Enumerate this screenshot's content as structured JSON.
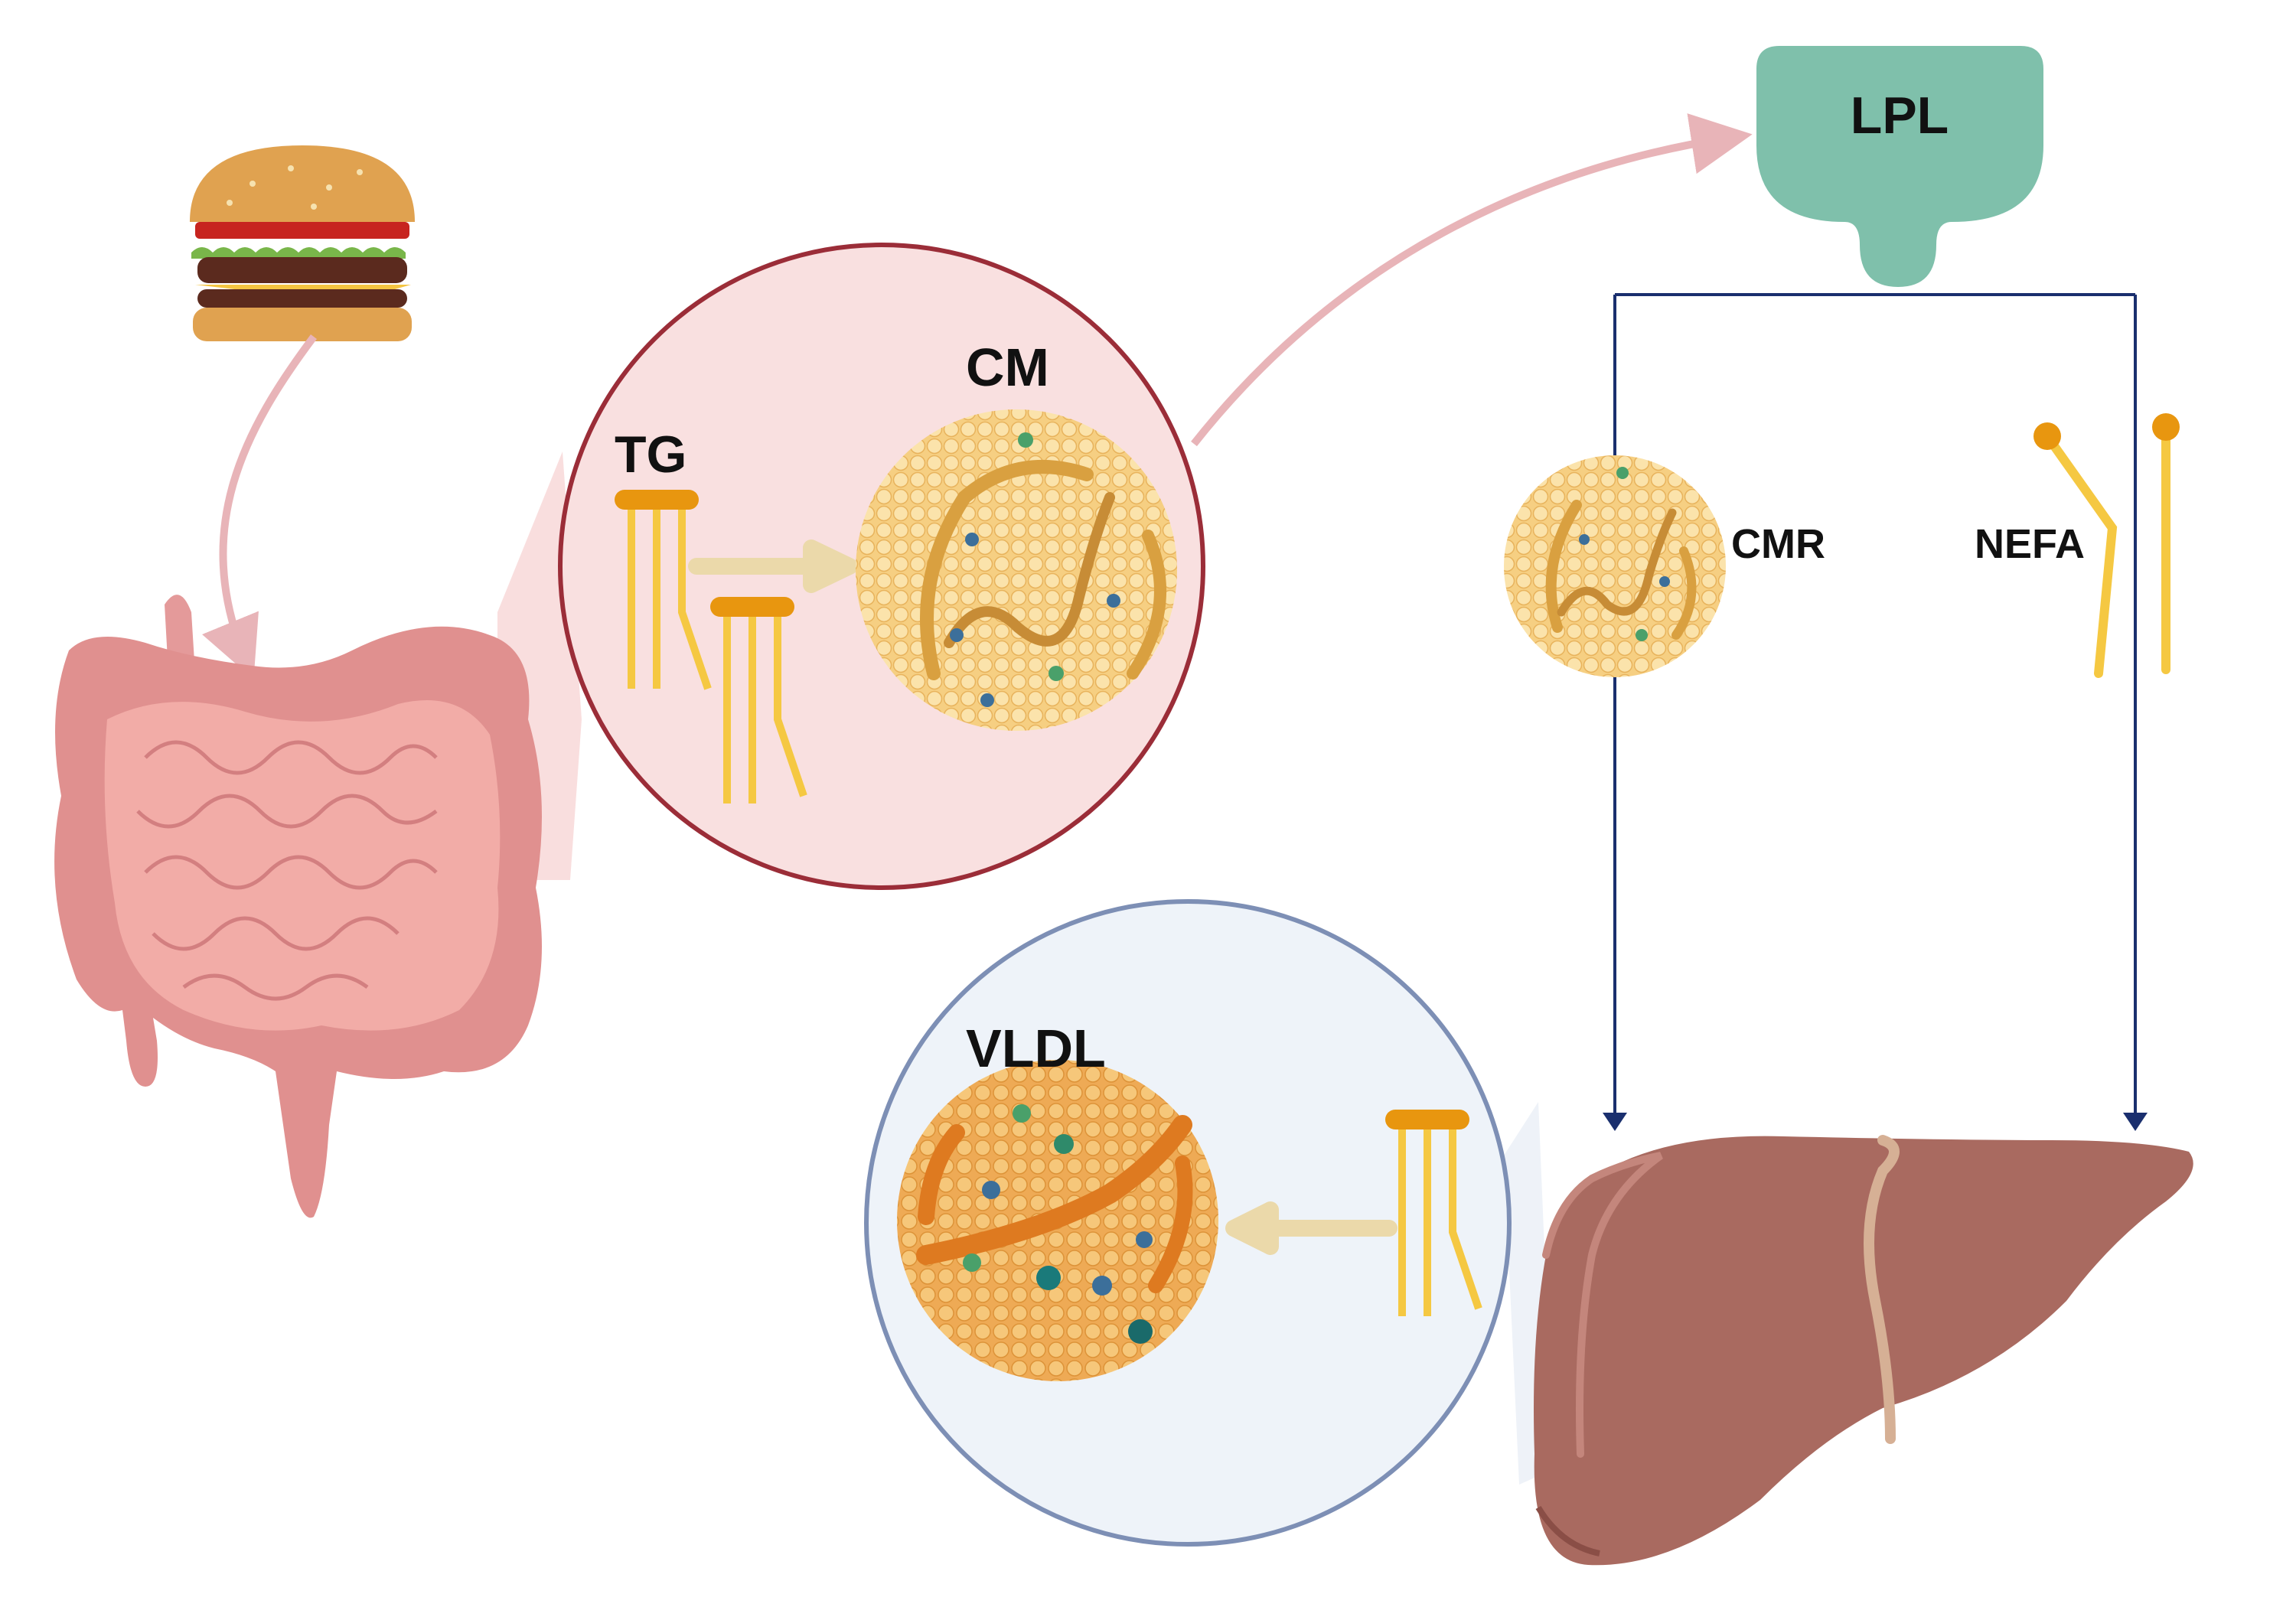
{
  "labels": {
    "lpl": "LPL",
    "cm": "CM",
    "tg": "TG",
    "cmr": "CMR",
    "nefa": "NEFA",
    "vldl": "VLDL"
  },
  "icons": [
    "burger-icon",
    "intestine-icon",
    "liver-icon",
    "lpl-enzyme-icon",
    "lipoprotein-particle-icon",
    "triglyceride-icon",
    "fatty-acid-icon"
  ],
  "colors": {
    "lpl": "#7fc0ab",
    "cm_circle_fill": "#f9e0e0",
    "cm_circle_border": "#9b2d38",
    "vldl_circle_fill": "#eef3f9",
    "vldl_circle_border": "#7d8fb5",
    "lipid_head": "#e8960f",
    "lipid_tail": "#f5c842",
    "flow_arrow_pink": "#e8b4b8",
    "pathway_line": "#1a2f6e",
    "liver": "#a96a60",
    "intestine": "#e49a9a"
  }
}
